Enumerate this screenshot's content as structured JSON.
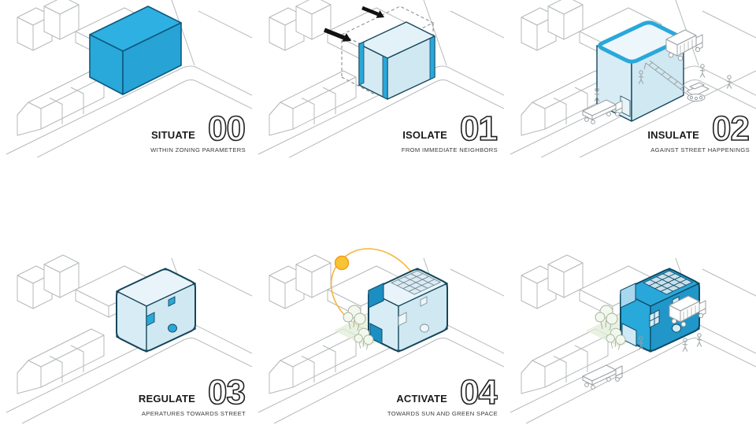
{
  "sheet": {
    "background": "#ffffff"
  },
  "steps": [
    {
      "id": "situate",
      "word": "SITUATE",
      "number": "00",
      "subtitle": "WITHIN ZONING PARAMETERS"
    },
    {
      "id": "isolate",
      "word": "ISOLATE",
      "number": "01",
      "subtitle": "FROM IMMEDIATE NEIGHBORS"
    },
    {
      "id": "insulate",
      "word": "INSULATE",
      "number": "02",
      "subtitle": "AGAINST STREET HAPPENINGS"
    },
    {
      "id": "regulate",
      "word": "REGULATE",
      "number": "03",
      "subtitle": "APERATURES TOWARDS STREET"
    },
    {
      "id": "activate",
      "word": "ACTIVATE",
      "number": "04",
      "subtitle": "TOWARDS SUN AND GREEN SPACE"
    },
    {
      "id": "final",
      "word": "",
      "number": "",
      "subtitle": ""
    }
  ],
  "palette": {
    "accent_blue": "#29a8da",
    "deep_blue_edge": "#0e4a66",
    "light_blue_fill": "#d7ecf4",
    "pale_blue_fill": "#e8f4f9",
    "notch_blue": "#1d8ec2",
    "context_line_gray": "#b5b9bb",
    "figure_line_gray": "#9aa0a3",
    "sun_yellow": "#f9c432",
    "sun_arc_orange": "#f6b53c",
    "green_space": "#e2eed8",
    "caption_text": "#1b1b1b"
  }
}
